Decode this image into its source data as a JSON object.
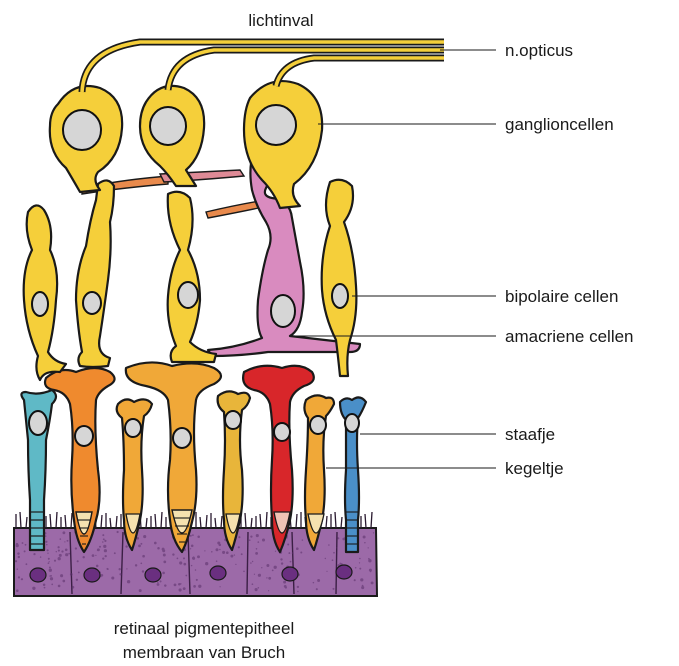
{
  "title": "lichtinval",
  "labels": {
    "n_opticus": "n.opticus",
    "ganglioncellen": "ganglioncellen",
    "bipolaire_cellen": "bipolaire cellen",
    "amacriene_cellen": "amacriene cellen",
    "staafje": "staafje",
    "kegeltje": "kegeltje"
  },
  "caption": {
    "line1": "retinaal pigmentepitheel",
    "line2": "membraan van Bruch"
  },
  "colors": {
    "ganglion": "#f5cf3a",
    "bipolar": "#f5cf3a",
    "amacrine": "#d98bbf",
    "horizontal": "#e98a4c",
    "pink_process": "#de8a96",
    "rod_teal": "#5fb9c6",
    "rod_blue": "#4a8fc8",
    "cone_orange": "#ef8a2e",
    "cone_amber": "#f0a838",
    "cone_red": "#d8262a",
    "cone_gold": "#e8b53a",
    "pigment_epithelium": "#9c6aa8",
    "pigment_nucleus": "#6a2f80"
  }
}
